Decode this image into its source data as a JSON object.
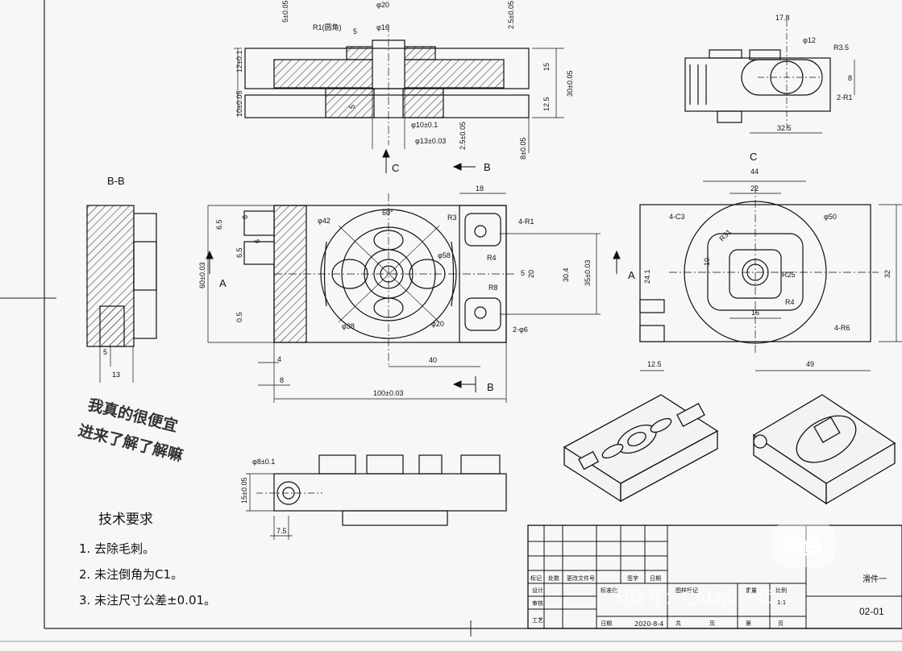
{
  "views": {
    "section_bb": "B-B",
    "view_c": "C",
    "arrow_a_left": "A",
    "arrow_a_right": "A",
    "arrow_b_top": "B",
    "arrow_b_bottom": "B",
    "arrow_c": "C"
  },
  "dimensions": {
    "top_section": [
      "φ20",
      "φ16",
      "R1(圆角)",
      "5",
      "5±0.05",
      "12±0.1",
      "10±0.05",
      "5",
      "φ10±0.1",
      "φ13±0.03",
      "2.5±0.05",
      "2.5±0.05",
      "15",
      "12.5",
      "30±0.05",
      "8±0.05"
    ],
    "view_c": [
      "17.8",
      "φ12",
      "R3.5",
      "8",
      "2-R1",
      "32.5"
    ],
    "section_bb": [
      "5",
      "13"
    ],
    "front_view": [
      "18",
      "60°",
      "R3",
      "4-R1",
      "φ42",
      "φ58",
      "R4",
      "R8",
      "20",
      "5",
      "30.4",
      "35±0.03",
      "φ38",
      "φ20",
      "2-φ6",
      "40",
      "6.5",
      "6",
      "6.5",
      "6",
      "60±0.03",
      "0.5",
      "4",
      "8",
      "100±0.03"
    ],
    "right_view": [
      "44",
      "22",
      "4-C3",
      "φ50",
      "R31",
      "10",
      "R25",
      "24.1",
      "32",
      "16",
      "R4",
      "4-R6",
      "12.5",
      "49"
    ],
    "bottom_view": [
      "φ8±0.1",
      "15±0.05",
      "7.5"
    ]
  },
  "promo": {
    "line1": "我真的很便宜",
    "line2": "进来了解了解嘛"
  },
  "technical_requirements": {
    "title": "技术要求",
    "items": [
      "1. 去除毛刺。",
      "2. 未注倒角为C1。",
      "3. 未注尺寸公差±0.01。"
    ]
  },
  "title_block": {
    "hdr_cells": [
      "标记",
      "处数",
      "更改文件号",
      "签字",
      "日期"
    ],
    "row_labels": [
      "设计",
      "审核",
      "工艺"
    ],
    "mid_labels": [
      "标准化",
      "图样标记",
      "重量",
      "比例"
    ],
    "scale": "1:1",
    "date": "2020-8-4",
    "bottom_cells": [
      "共",
      "页",
      "第",
      "页"
    ],
    "part_name": "滑件一",
    "drawing_no": "02-01"
  },
  "watermark": {
    "logo": "闲鱼",
    "text": "闲鱼号：CAD设计师"
  }
}
